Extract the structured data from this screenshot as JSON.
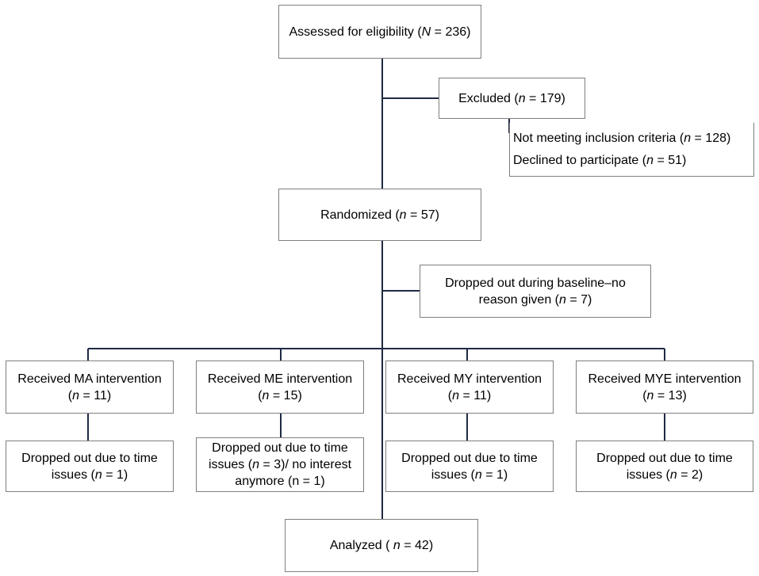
{
  "assessed": {
    "label": "Assessed for eligibility (",
    "var": "N",
    "rest": " = 236)"
  },
  "excluded": {
    "label": "Excluded  (",
    "var": "n",
    "rest": " = 179)"
  },
  "exclusion_reasons": [
    {
      "label": "Not meeting inclusion criteria (",
      "var": "n",
      "rest": " = 128)"
    },
    {
      "label": "Declined to participate (",
      "var": "n",
      "rest": " = 51)"
    }
  ],
  "randomized": {
    "label": "Randomized (",
    "var": "n",
    "rest": " = 57)"
  },
  "baseline_dropout": {
    "line1": "Dropped out during baseline–no",
    "line2_pre": "reason given (",
    "var": "n",
    "rest": " = 7)"
  },
  "arms": [
    {
      "line1": "Received MA intervention",
      "pre": "(",
      "var": "n",
      "rest": " = 11)"
    },
    {
      "line1": "Received ME intervention",
      "pre": "(",
      "var": "n",
      "rest": " = 15)"
    },
    {
      "line1": "Received MY intervention",
      "pre": "(",
      "var": "n",
      "rest": " = 11)"
    },
    {
      "line1": "Received MYE intervention",
      "pre": "(",
      "var": "n",
      "rest": " = 13)"
    }
  ],
  "dropouts": [
    {
      "line1": "Dropped out due to time",
      "line2_pre": "issues (",
      "var": "n",
      "rest": " = 1)"
    },
    {
      "line1": "Dropped out due to time",
      "line2_pre": "issues (",
      "var": "n",
      "rest": " = 3)/ no interest",
      "line3": "anymore (n = 1)"
    },
    {
      "line1": "Dropped out due to time",
      "line2_pre": "issues (",
      "var": "n",
      "rest": " = 1)"
    },
    {
      "line1": "Dropped out due to time",
      "line2_pre": "issues (",
      "var": "n",
      "rest": " = 2)"
    }
  ],
  "analyzed": {
    "label": "Analyzed ( ",
    "var": "n",
    "rest": " = 42)"
  }
}
